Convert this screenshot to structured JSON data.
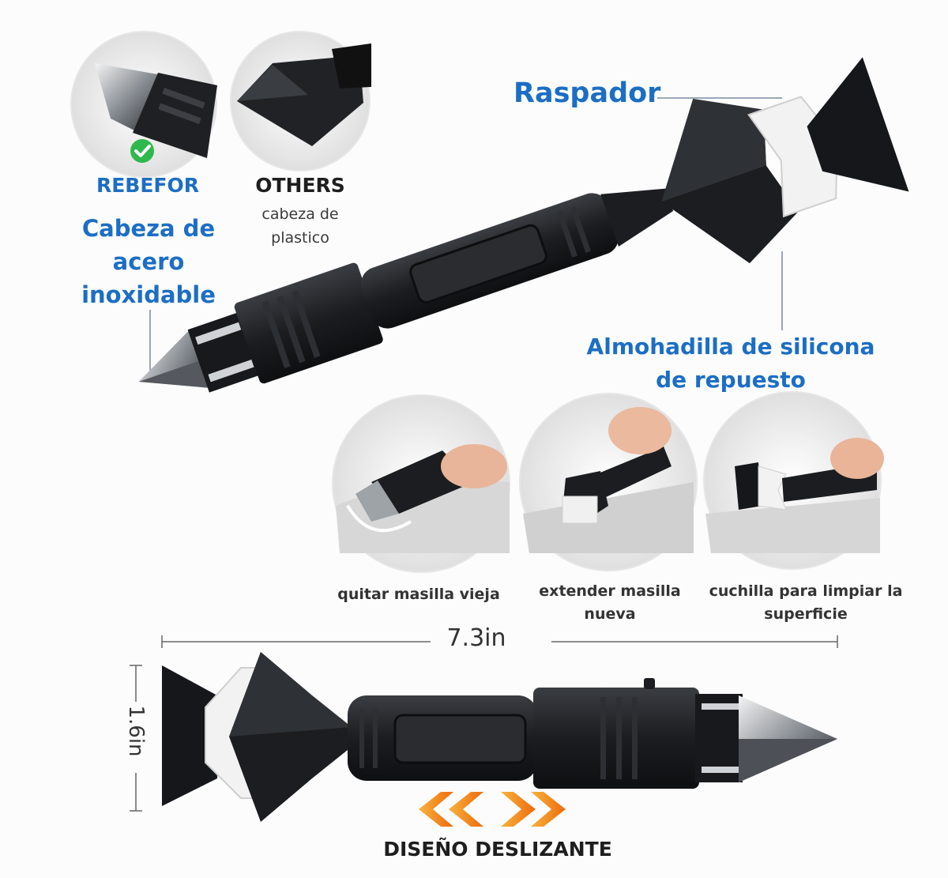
{
  "labels": {
    "rebefor": "REBEFOR",
    "others": "OTHERS",
    "others_sub": "cabeza de plastico",
    "cabeza": "Cabeza de acero inoxidable",
    "raspador": "Raspador",
    "almohadilla": "Almohadilla de silicona de repuesto",
    "diseno": "DISEÑO DESLIZANTE"
  },
  "uses": [
    {
      "caption": "quitar masilla vieja"
    },
    {
      "caption": "extender masilla nueva"
    },
    {
      "caption": "cuchilla para limpiar la superficie"
    }
  ],
  "dimensions": {
    "length": "7.3in",
    "height": "1.6in"
  },
  "icons": [
    "check-icon",
    "double-chevron-left-icon",
    "double-chevron-right-icon"
  ],
  "colors": {
    "accent_blue": "#1c6ec4",
    "tool_black": "#1b1d20",
    "check_green": "#2fb84d",
    "arrow_orange": "#f28a12"
  }
}
